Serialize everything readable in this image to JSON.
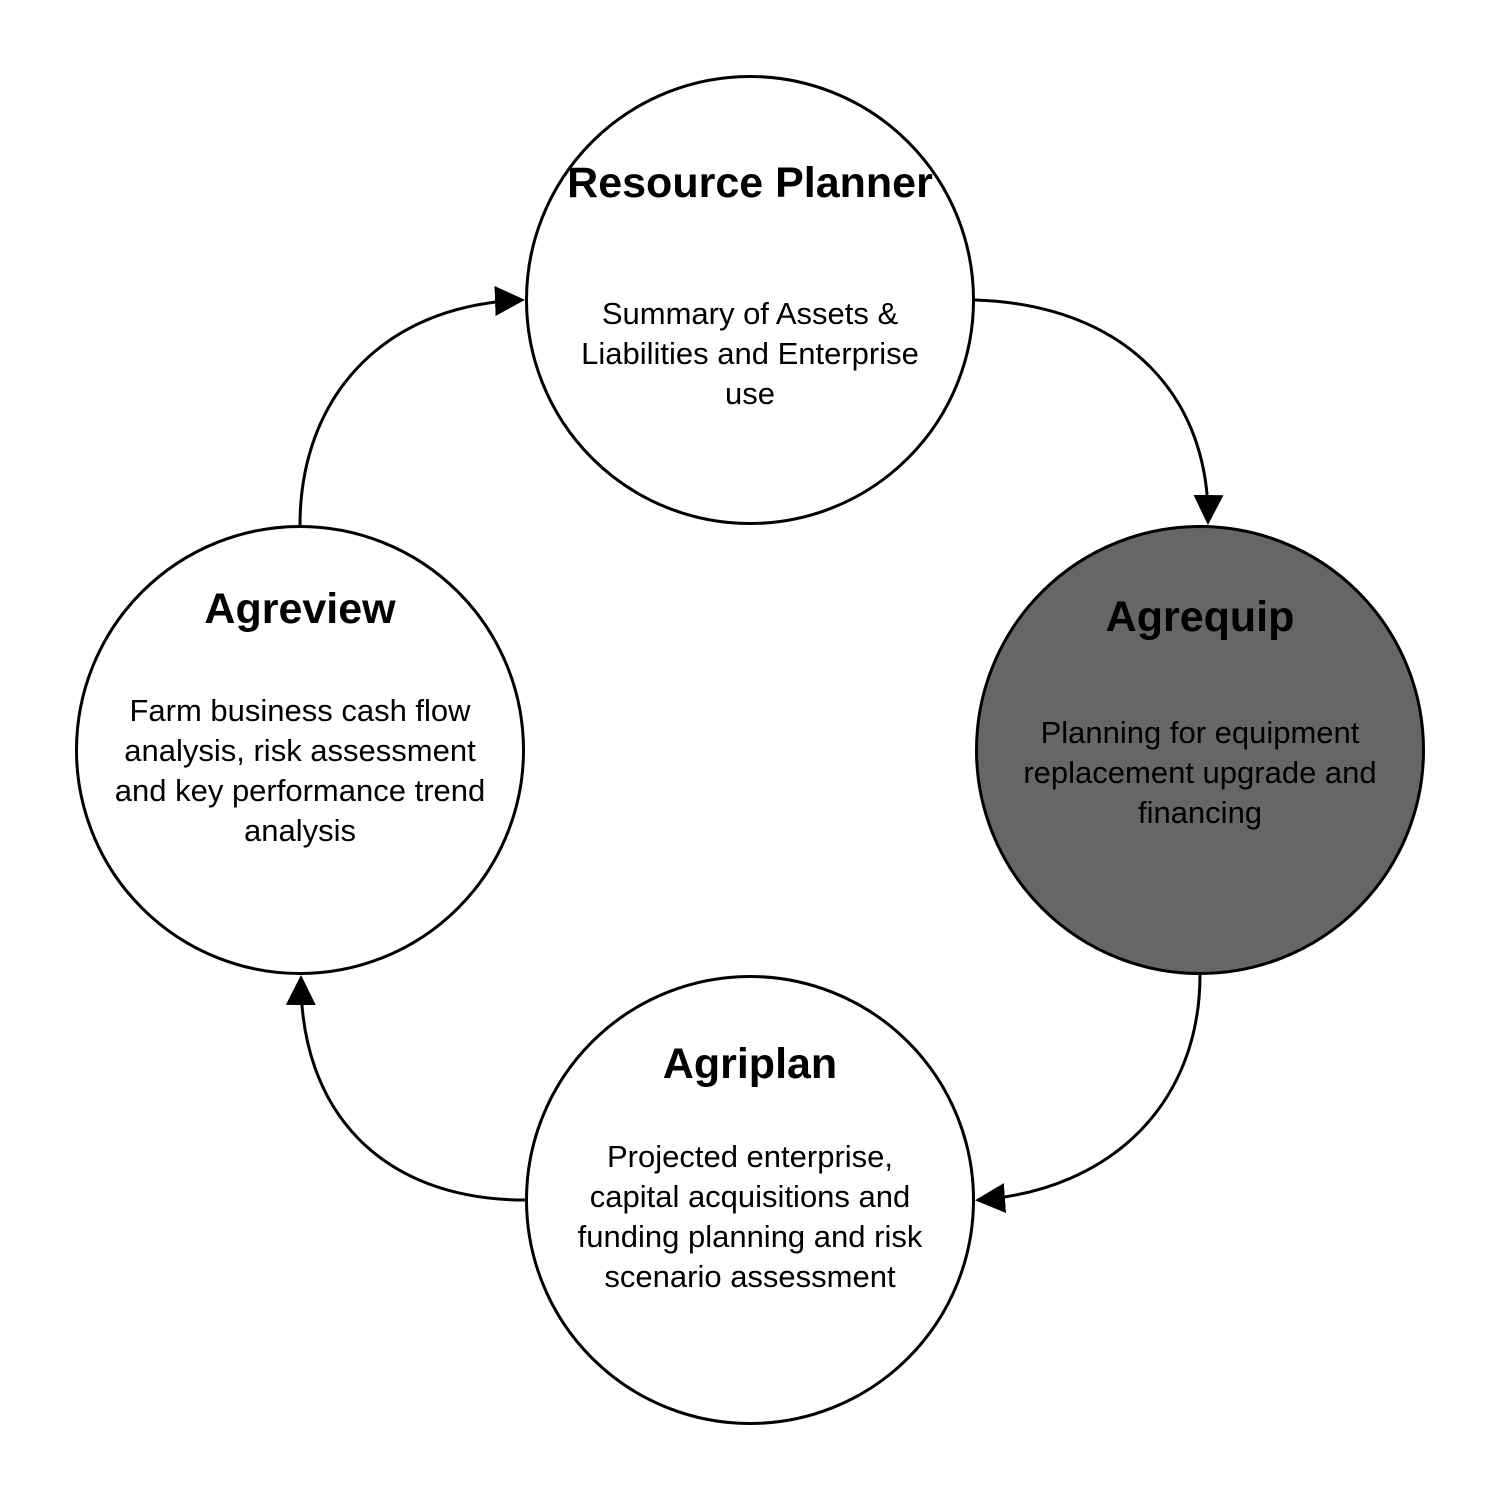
{
  "colors": {
    "stroke": "#000000",
    "default_fill": "#ffffff",
    "highlight_fill": "#666666",
    "text": "#000000"
  },
  "nodes": [
    {
      "title": "Resource Planner",
      "description": "Summary of Assets & Liabilities and Enterprise use",
      "highlighted": false
    },
    {
      "title": "Agrequip",
      "description": "Planning for equipment replacement upgrade and financing",
      "highlighted": true
    },
    {
      "title": "Agriplan",
      "description": "Projected enterprise, capital acquisitions and funding planning and risk scenario assessment",
      "highlighted": false
    },
    {
      "title": "Agreview",
      "description": "Farm business cash flow analysis, risk assessment and key performance trend analysis",
      "highlighted": false
    }
  ],
  "edges": [
    {
      "from": "Resource Planner",
      "to": "Agrequip"
    },
    {
      "from": "Agrequip",
      "to": "Agriplan"
    },
    {
      "from": "Agriplan",
      "to": "Agreview"
    },
    {
      "from": "Agreview",
      "to": "Resource Planner"
    }
  ]
}
